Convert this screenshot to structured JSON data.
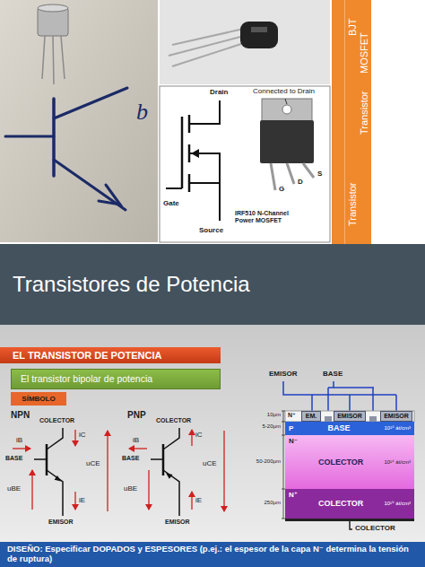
{
  "diagram": {
    "title": "Transistores de Potencia",
    "nodes": [
      {
        "text": [
          "EL TRANSISTOR DE POTENCIA"
        ]
      },
      {
        "text": [
          "El transistor bipolar de potencia"
        ]
      },
      {
        "text": [
          "SÍMBOLO"
        ]
      },
      {
        "text": [
          "EM."
        ]
      },
      {
        "text": [
          "EMISOR"
        ]
      },
      {
        "text": [
          "EMISOR"
        ]
      },
      {
        "text": [
          "P",
          "BASE",
          "10¹⁶ át/cm³"
        ]
      },
      {
        "text": [
          "N⁻",
          "COLECTOR",
          "10¹⁴ át/cm³"
        ]
      },
      {
        "text": [
          "N⁺",
          "COLECTOR",
          "10¹⁹ át/cm³"
        ]
      },
      {
        "text": [
          "DISEÑO: Especificar DOPADOS y ESPESORES (p.ej.: el espesor de la capa N⁻ determina la tensión de ruptura)"
        ]
      }
    ],
    "labels": [
      "b",
      "BJT",
      "MOSFET",
      "Transistor",
      "Transistor",
      "Drain",
      "Connected to Drain",
      "Gate",
      "Source",
      "IRF510 N-Channel Power MOSFET",
      "S",
      "D",
      "G",
      "NPN",
      "PNP",
      "COLECTOR",
      "iC",
      "iB",
      "BASE",
      "uCE",
      "uBE",
      "EMISOR",
      "iE",
      "COLECTOR",
      "iC",
      "iB",
      "BASE",
      "uCE",
      "uBE",
      "EMISOR",
      "iE",
      "EMISOR",
      "BASE",
      "10µm",
      "5-20µm",
      "50-200µm",
      "250µm",
      "N⁺",
      "COLECTOR"
    ]
  }
}
